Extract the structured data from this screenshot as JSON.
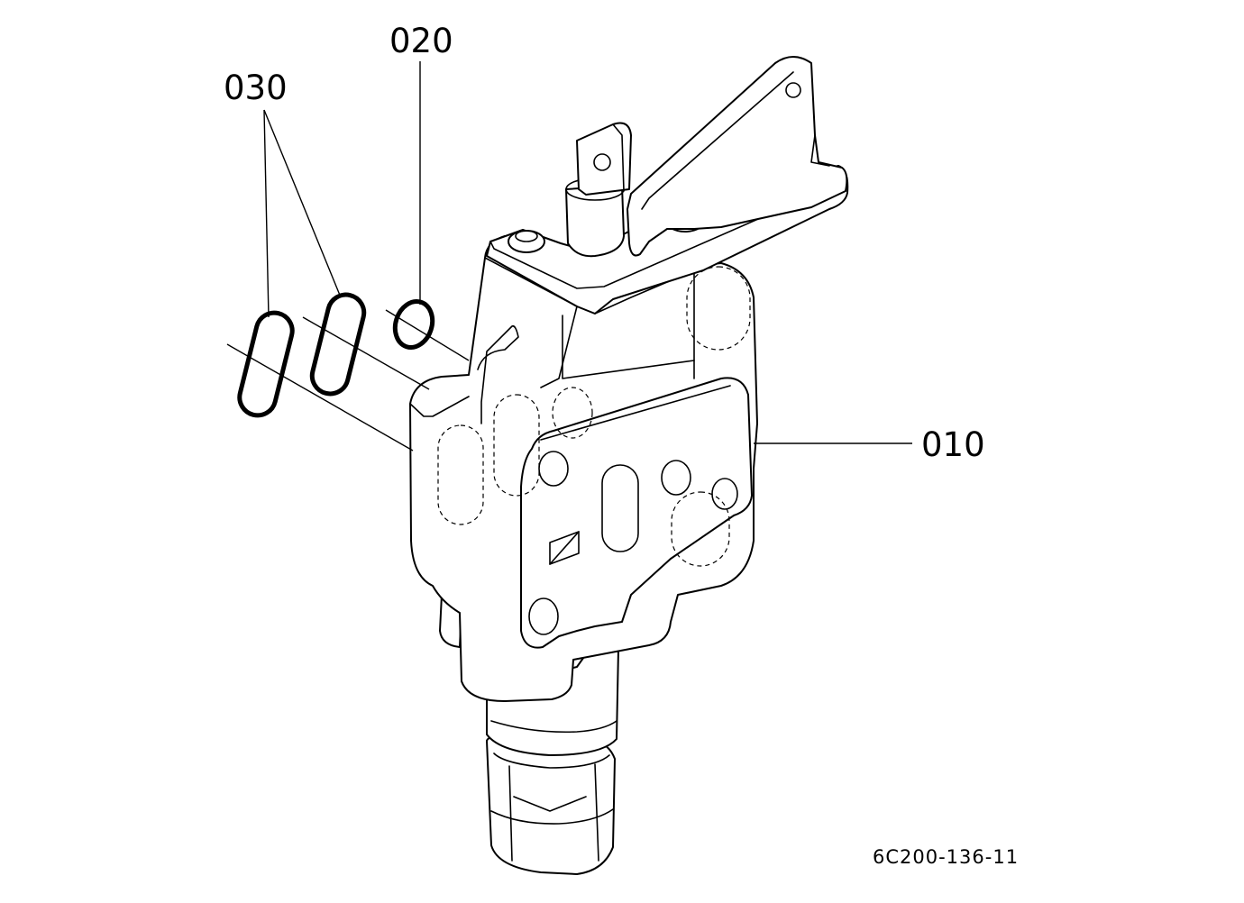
{
  "diagram": {
    "parts": [
      {
        "callout": "010"
      },
      {
        "callout": "020"
      },
      {
        "callout": "030"
      }
    ],
    "drawing_number": "6C200-136-11"
  }
}
